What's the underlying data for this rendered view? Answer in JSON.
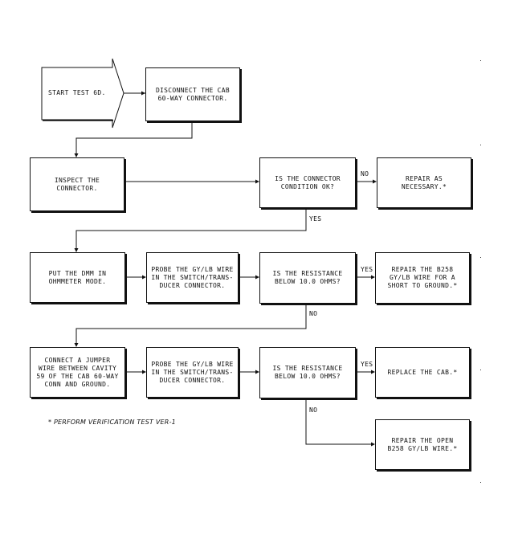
{
  "start": "START TEST 6D.",
  "boxes": {
    "disconnect": "DISCONNECT THE CAB\n60-WAY CONNECTOR.",
    "inspect": "INSPECT THE\nCONNECTOR.",
    "connector_ok": "IS THE CONNECTOR\nCONDITION OK?",
    "repair_necessary": "REPAIR AS\nNECESSARY.*",
    "put_dmm": "PUT THE DMM IN\nOHMMETER MODE.",
    "probe_1": "PROBE THE GY/LB WIRE\nIN THE SWITCH/TRANS-\nDUCER CONNECTOR.",
    "resistance_1": "IS THE RESISTANCE\nBELOW 10.0 OHMS?",
    "repair_short": "REPAIR THE B258\nGY/LB WIRE FOR A\nSHORT TO GROUND.*",
    "jumper": "CONNECT A JUMPER\nWIRE BETWEEN CAVITY\n59 OF THE CAB 60-WAY\nCONN AND GROUND.",
    "probe_2": "PROBE THE GY/LB WIRE\nIN THE SWITCH/TRANS-\nDUCER CONNECTOR.",
    "resistance_2": "IS THE RESISTANCE\nBELOW 10.0 OHMS?",
    "replace_cab": "REPLACE THE CAB.*",
    "repair_open": "REPAIR THE OPEN\nB258 GY/LB WIRE.*"
  },
  "labels": {
    "no_1": "NO",
    "yes_1": "YES",
    "yes_2": "YES",
    "no_2": "NO",
    "yes_3": "YES",
    "no_3": "NO"
  },
  "footnote": "* PERFORM VERIFICATION TEST VER-1"
}
